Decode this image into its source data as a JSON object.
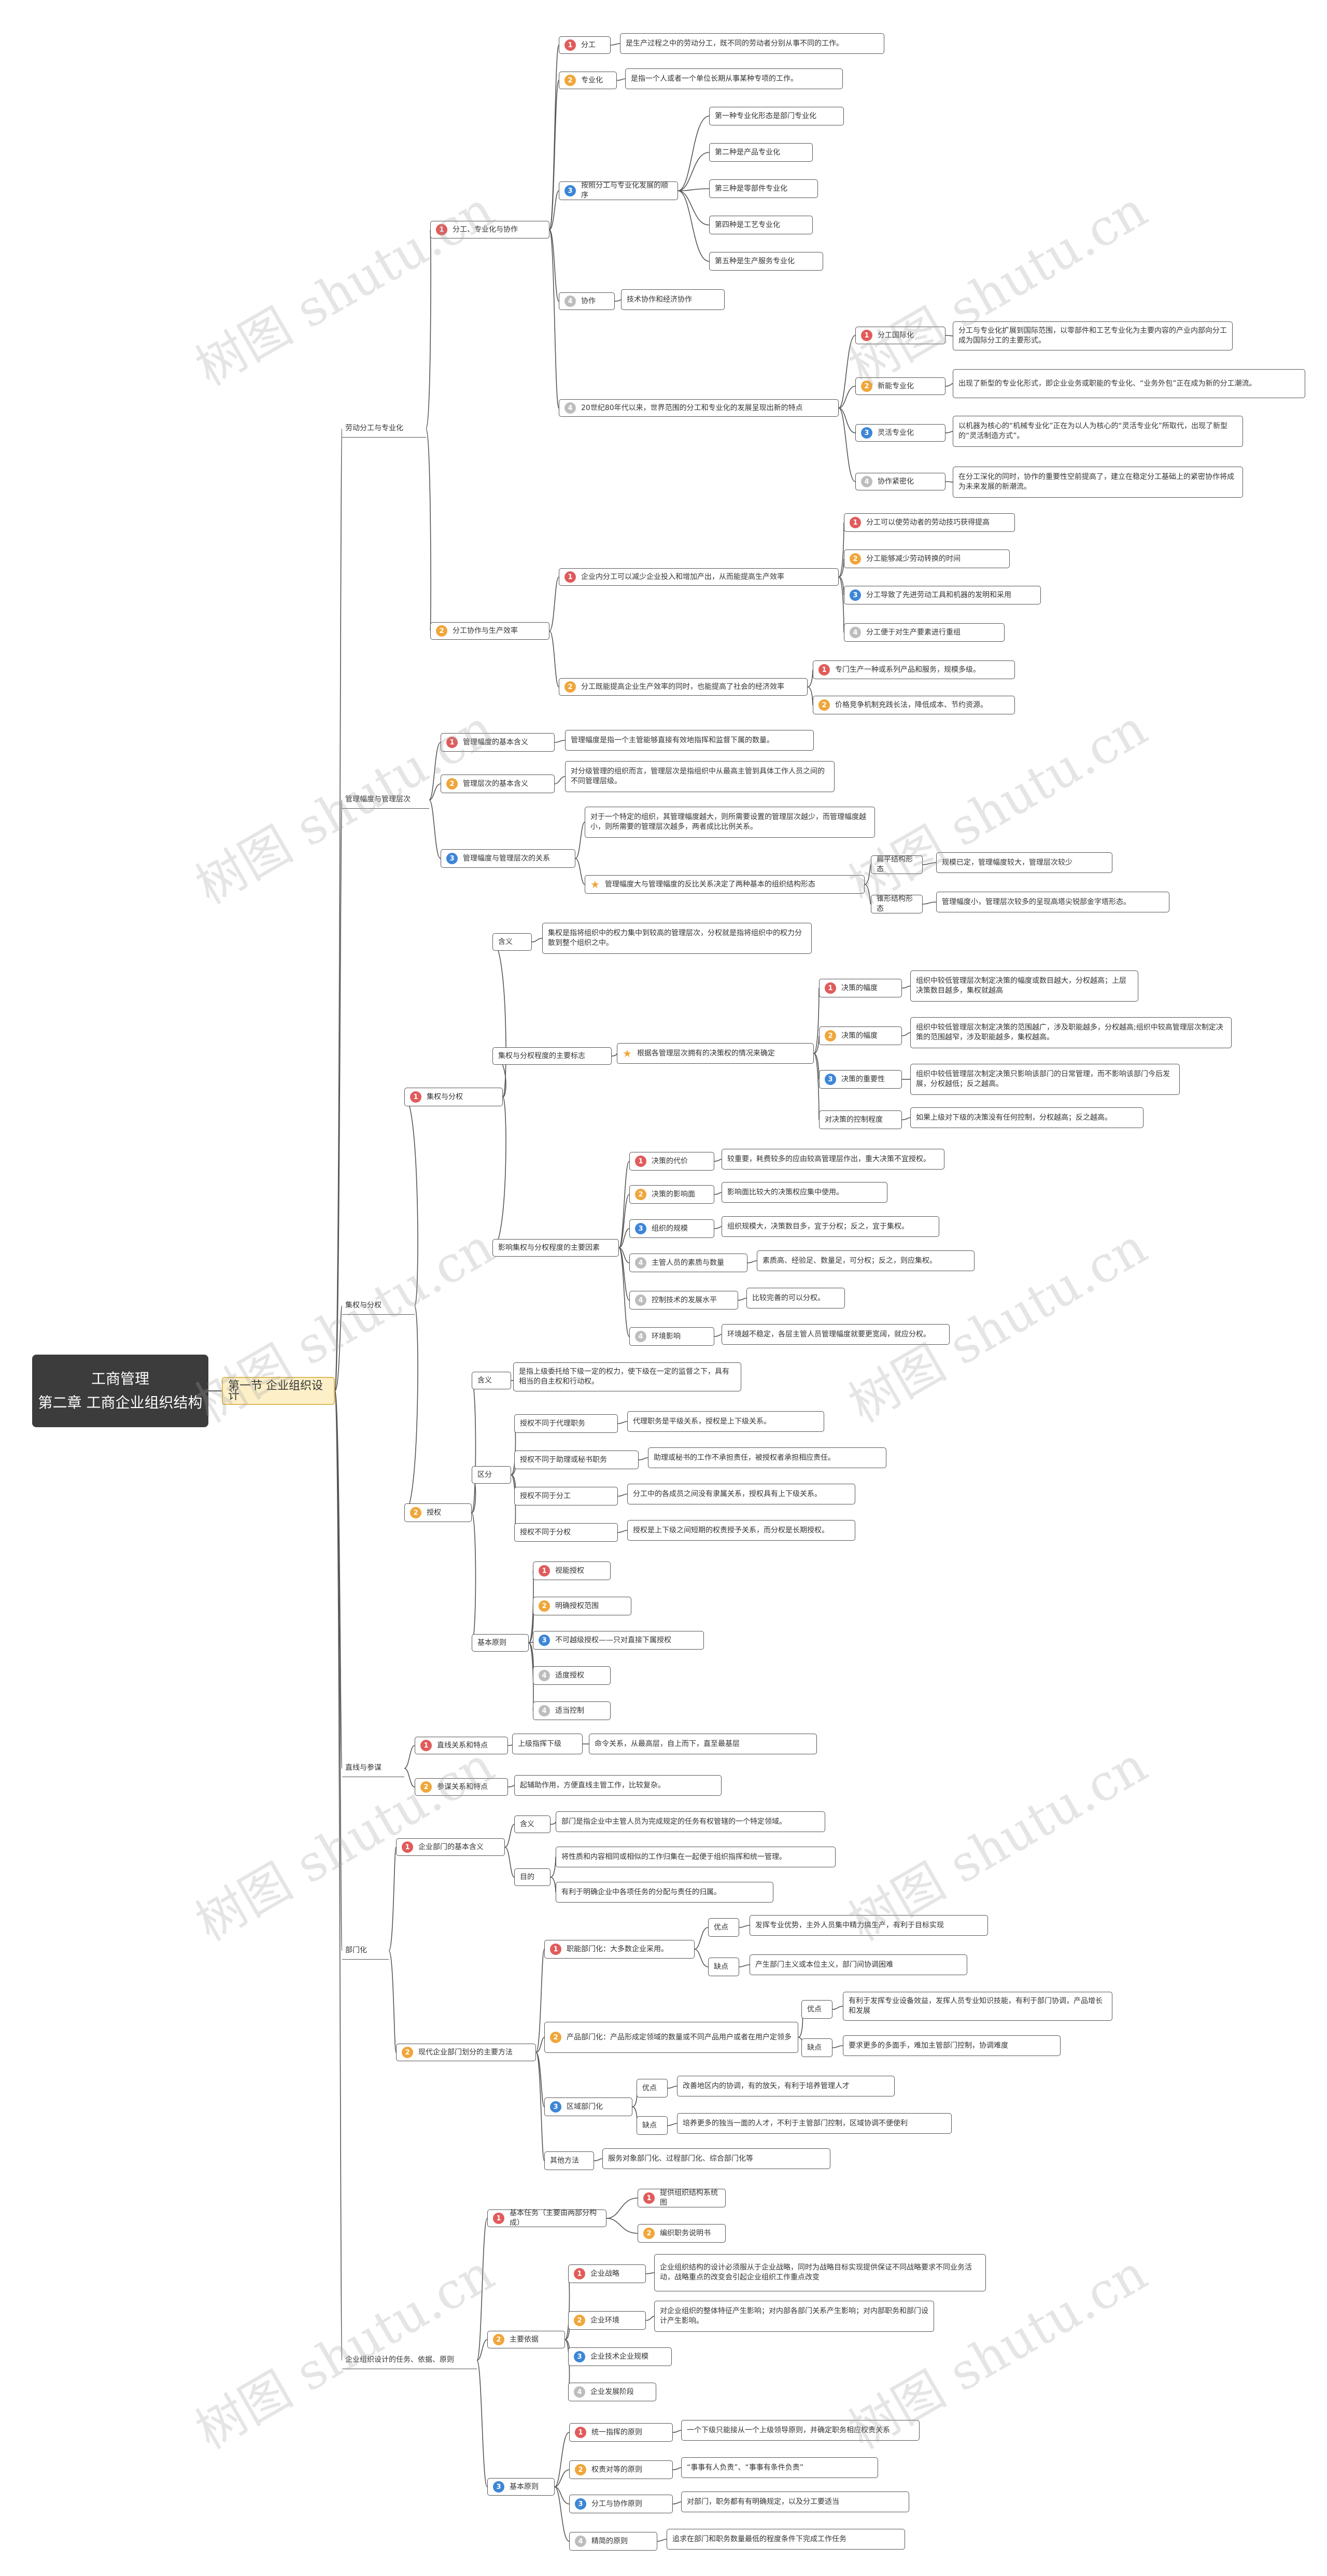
{
  "watermark": "树图 shutu.cn",
  "root": {
    "title": "工商管理",
    "subtitle": "第二章 工商企业组织结构"
  },
  "section": "第一节 企业组织设计",
  "nodes": {
    "a": "劳动分工与专业化",
    "a1": "分工、专业化与协作",
    "a1a": "分工",
    "a1a_d": "是生产过程之中的劳动分工，既不同的劳动者分别从事不同的工作。",
    "a1b": "专业化",
    "a1b_d": "是指一个人或者一个单位长期从事某种专项的工作。",
    "a1c": "按照分工与专业化发展的顺序",
    "a1c1": "第一种专业化形态是部门专业化",
    "a1c2": "第二种是产品专业化",
    "a1c3": "第三种是零部件专业化",
    "a1c4": "第四种是工艺专业化",
    "a1c5": "第五种是生产服务专业化",
    "a1d": "协作",
    "a1d_d": "技术协作和经济协作",
    "a1e": "20世纪80年代以来，世界范围的分工和专业化的发展呈现出新的特点",
    "a1e1": "分工国际化",
    "a1e1_d": "分工与专业化扩展到国际范围，以零部件和工艺专业化为主要内容的产业内部向分工成为国际分工的主要形式。",
    "a1e2": "新能专业化",
    "a1e2_d": "出现了新型的专业化形式，即企业业务或职能的专业化、“业务外包”正在成为新的分工潮流。",
    "a1e3": "灵活专业化",
    "a1e3_d": "以机器为核心的“机械专业化”正在为以人为核心的“灵活专业化”所取代，出现了新型的“灵活制造方式”。",
    "a1e4": "协作紧密化",
    "a1e4_d": "在分工深化的同时，协作的重要性空前提高了，建立在稳定分工基础上的紧密协作将成为未来发展的新潮流。",
    "a2": "分工协作与生产效率",
    "a2a": "企业内分工可以减少企业投入和增加产出，从而能提高生产效率",
    "a2a1": "分工可以使劳动者的劳动技巧获得提高",
    "a2a2": "分工能够减少劳动转换的时间",
    "a2a3": "分工导致了先进劳动工具和机器的发明和采用",
    "a2a4": "分工便于对生产要素进行重组",
    "a2b": "分工既能提高企业生产效率的同时，也能提高了社会的经济效率",
    "a2b1": "专门生产一种或系列产品和服务，规模多级。",
    "a2b2": "价格竞争机制充践长法，降低成本、节约资源。",
    "b": "管理幅度与管理层次",
    "b1": "管理幅度的基本含义",
    "b1_d": "管理幅度是指一个主管能够直接有效地指挥和监督下属的数量。",
    "b2": "管理层次的基本含义",
    "b2_d": "对分级管理的组织而言，管理层次是指组织中从最高主管到具体工作人员之间的不同管理层级。",
    "b3": "管理幅度与管理层次的关系",
    "b3a": "对于一个特定的组织，其管理幅度越大，则所需要设置的管理层次越少，而管理幅度越小，则所需要的管理层次越多，两者成比比例关系。",
    "b3b": "管理幅度大与管理幅度的反比关系决定了两种基本的组织结构形态",
    "b3b1": "扁平结构形态",
    "b3b1_d": "规模已定，管理幅度较大，管理层次较少",
    "b3b2": "锥形结构形态",
    "b3b2_d": "管理幅度小，管理层次较多的呈现高塔尖锐部金字塔形态。",
    "c": "集权与分权",
    "c1": "集权与分权",
    "c1a": "含义",
    "c1a_d": "集权是指将组织中的权力集中到较高的管理层次，分权就是指将组织中的权力分散到整个组织之中。",
    "c1b": "集权与分权程度的主要标志",
    "c1b_s": "根据各管理层次拥有的决策权的情况来确定",
    "c1b1": "决策的幅度",
    "c1b1_d": "组织中较低管理层次制定决策的幅度或数目越大，分权越高；上层决策数目越多，集权就越高",
    "c1b2": "决策的幅度",
    "c1b2_d": "组织中较低管理层次制定决策的范围越广，涉及职能越多，分权越高;组织中较高管理层次制定决策的范围越窄，涉及职能越多，集权越高。",
    "c1b3": "决策的重要性",
    "c1b3_d": "组织中较低管理层次制定决策只影响该部门的日常管理，而不影响该部门今后发展，分权越低；反之越高。",
    "c1b4": "对决策的控制程度",
    "c1b4_d": "如果上级对下级的决策没有任何控制，分权越高；反之越高。",
    "c1c": "影响集权与分权程度的主要因素",
    "c1c1": "决策的代价",
    "c1c1_d": "较重要，耗费较多的应由较高管理层作出，重大决策不宜授权。",
    "c1c2": "决策的影响面",
    "c1c2_d": "影响面比较大的决策权应集中使用。",
    "c1c3": "组织的规模",
    "c1c3_d": "组织规模大，决策数目多，宜于分权；反之，宜于集权。",
    "c1c4": "主管人员的素质与数量",
    "c1c4_d": "素质高、经验足、数量足，可分权；反之，则应集权。",
    "c1c5": "控制技术的发展水平",
    "c1c5_d": "比较完善的可以分权。",
    "c1c6": "环境影响",
    "c1c6_d": "环境越不稳定，各层主管人员管理幅度就要更宽阔，就应分权。",
    "c2": "授权",
    "c2a": "含义",
    "c2a_d": "是指上级委托给下级一定的权力，使下级在一定的监督之下，具有相当的自主权和行动权。",
    "c2b": "区分",
    "c2b1": "授权不同于代理职务",
    "c2b1_d": "代理职务是平级关系，授权是上下级关系。",
    "c2b2": "授权不同于助理或秘书职务",
    "c2b2_d": "助理或秘书的工作不承担责任，被授权者承担相应责任。",
    "c2b3": "授权不同于分工",
    "c2b3_d": "分工中的各成员之间没有隶属关系，授权具有上下级关系。",
    "c2b4": "授权不同于分权",
    "c2b4_d": "授权是上下级之间短期的权责授予关系，而分权是长期授权。",
    "c2c": "基本原则",
    "c2c1": "视能授权",
    "c2c2": "明确授权范围",
    "c2c3": "不可越级授权——只对直接下属授权",
    "c2c4": "适度授权",
    "c2c5": "适当控制",
    "d": "直线与参谋",
    "d1": "直线关系和特点",
    "d1a": "上级指挥下级",
    "d1a_d": "命令关系，从最高层，自上而下，直至最基层",
    "d2": "参谋关系和特点",
    "d2_d": "起辅助作用，方便直线主管工作，比较复杂。",
    "e": "部门化",
    "e1": "企业部门的基本含义",
    "e1a": "含义",
    "e1a_d": "部门是指企业中主管人员为完成规定的任务有权管辖的一个特定领域。",
    "e1b": "目的",
    "e1b1": "将性质和内容相同或相似的工作归集在一起便于组织指挥和统一管理。",
    "e1b2": "有利于明确企业中各项任务的分配与责任的归属。",
    "e2": "现代企业部门划分的主要方法",
    "e2a": "职能部门化：大多数企业采用。",
    "e2a1": "优点",
    "e2a1_d": "发挥专业优势，主外人员集中精力搞生产，有利于目标实现",
    "e2a2": "缺点",
    "e2a2_d": "产生部门主义或本位主义，部门间协调困难",
    "e2b": "产品部门化：产品形成定领域的数量或不同产品用户或者在用户定领多",
    "e2b1": "优点",
    "e2b1_d": "有利于发挥专业设备效益，发挥人员专业知识技能，有利于部门协调，产品增长和发展",
    "e2b2": "缺点",
    "e2b2_d": "要求更多的多面手，难加主管部门控制，协调难度",
    "e2c": "区域部门化",
    "e2c1": "优点",
    "e2c1_d": "改善地区内的协调，有的放矢，有利于培养管理人才",
    "e2c2": "缺点",
    "e2c2_d": "培养更多的独当一面的人才，不利于主管部门控制，区域协调不便使利",
    "e2d": "其他方法",
    "e2d_d": "服务对象部门化、过程部门化、综合部门化等",
    "f": "企业组织设计的任务、依据、原则",
    "f1": "基本任务（主要由两部分构成）",
    "f1a": "提供组织结构系统图",
    "f1b": "编织职务说明书",
    "f2": "主要依据",
    "f2a": "企业战略",
    "f2a_d": "企业组织结构的设计必须服从于企业战略，同时为战略目标实现提供保证不同战略要求不同业务活动，战略重点的改变会引起企业组织工作重点改变",
    "f2b": "企业环境",
    "f2b_d": "对企业组织的整体特征产生影响；对内部各部门关系产生影响；对内部职务和部门设计产生影响。",
    "f2c": "企业技术企业规模",
    "f2d": "企业发展阶段",
    "f3": "基本原则",
    "f3a": "统一指挥的原则",
    "f3a_d": "一个下级只能接从一个上级领导原则，并确定职务相应权责关系",
    "f3b": "权责对等的原则",
    "f3b_d": "“事事有人负责”、“事事有条件负责”",
    "f3c": "分工与协作原则",
    "f3c_d": "对部门，职务都有有明确规定，以及分工要适当",
    "f3d": "精简的原则",
    "f3d_d": "追求在部门和职务数量最低的程度条件下完成工作任务"
  }
}
